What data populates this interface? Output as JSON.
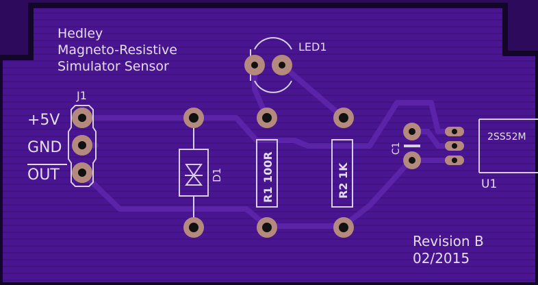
{
  "board": {
    "title_lines": [
      "Hedley",
      "Magneto-Resistive",
      "Simulator Sensor"
    ],
    "revision": "Revision B",
    "date": "02/2015"
  },
  "components": {
    "led": {
      "ref": "LED1"
    },
    "header": {
      "ref": "J1",
      "pins": [
        "+5V",
        "GND",
        "OUT"
      ]
    },
    "diode": {
      "ref": "D1"
    },
    "r1": {
      "label": "R1 100R"
    },
    "r2": {
      "label": "R2  1K"
    },
    "cap": {
      "ref": "C1"
    },
    "sensor": {
      "ref": "U1",
      "part": "2SS52M"
    }
  },
  "colors": {
    "board": "#4a1590",
    "outline": "#1a0733",
    "trace": "#5b24a8",
    "pad_copper": "#b48a7e",
    "drill": "#111111",
    "silkscreen": "#d9d0e6"
  }
}
